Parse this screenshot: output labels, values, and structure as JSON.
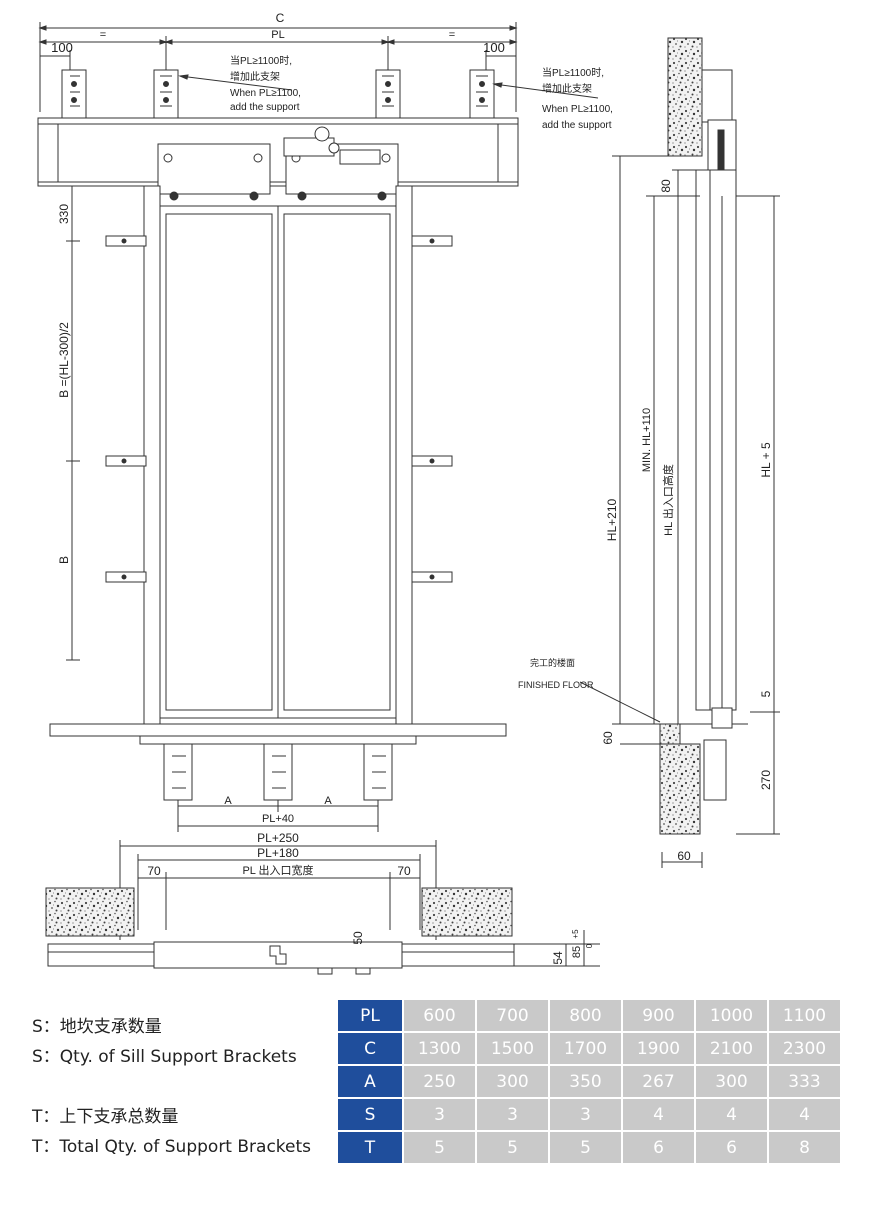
{
  "drawing": {
    "front_view": {
      "dim_c": "C",
      "dim_pl": "PL",
      "dim_equal": "=",
      "dim_100": "100",
      "support_note_cn": "当PL≥1100时,增加此支架",
      "support_note_cn_line1": "当PL≥1100时,",
      "support_note_cn_line2": "增加此支架",
      "support_note_en_line1": "When PL≥1100,",
      "support_note_en_line2": "add the support",
      "dim_330": "330",
      "dim_b_formula": "B =(HL-300)/2",
      "dim_b": "B",
      "dim_a": "A",
      "dim_pl40": "PL+40"
    },
    "side_view": {
      "dim_80": "80",
      "dim_hl210": "HL+210",
      "dim_min_hl110": "MIN. HL+110",
      "dim_hl_entrance": "HL 出入口高度",
      "dim_hl5": "HL + 5",
      "finished_floor_cn": "完工的楼面",
      "finished_floor_en": "FINISHED FLOOR",
      "dim_5": "5",
      "dim_60_left": "60",
      "dim_270": "270",
      "dim_60_bottom": "60"
    },
    "plan_view": {
      "dim_pl250": "PL+250",
      "dim_pl180": "PL+180",
      "dim_70": "70",
      "dim_pl_entrance": "PL 出入口宽度",
      "dim_50": "50",
      "dim_54": "54",
      "dim_85": "85",
      "dim_plus5": "+5",
      "dim_zero": "0"
    }
  },
  "legend": {
    "s_cn": "S：地坎支承数量",
    "s_en": "S：Qty. of Sill Support Brackets",
    "t_cn": "T：上下支承总数量",
    "t_en": "T：Total Qty. of Support Brackets"
  },
  "table": {
    "rows": [
      {
        "label": "PL",
        "values": [
          "600",
          "700",
          "800",
          "900",
          "1000",
          "1100"
        ]
      },
      {
        "label": "C",
        "values": [
          "1300",
          "1500",
          "1700",
          "1900",
          "2100",
          "2300"
        ]
      },
      {
        "label": "A",
        "values": [
          "250",
          "300",
          "350",
          "267",
          "300",
          "333"
        ]
      },
      {
        "label": "S",
        "values": [
          "3",
          "3",
          "3",
          "4",
          "4",
          "4"
        ]
      },
      {
        "label": "T",
        "values": [
          "5",
          "5",
          "5",
          "6",
          "6",
          "8"
        ]
      }
    ]
  },
  "colors": {
    "header_blue": "#1f4e9c",
    "cell_gray": "#c9c9c9",
    "line": "#333333"
  }
}
